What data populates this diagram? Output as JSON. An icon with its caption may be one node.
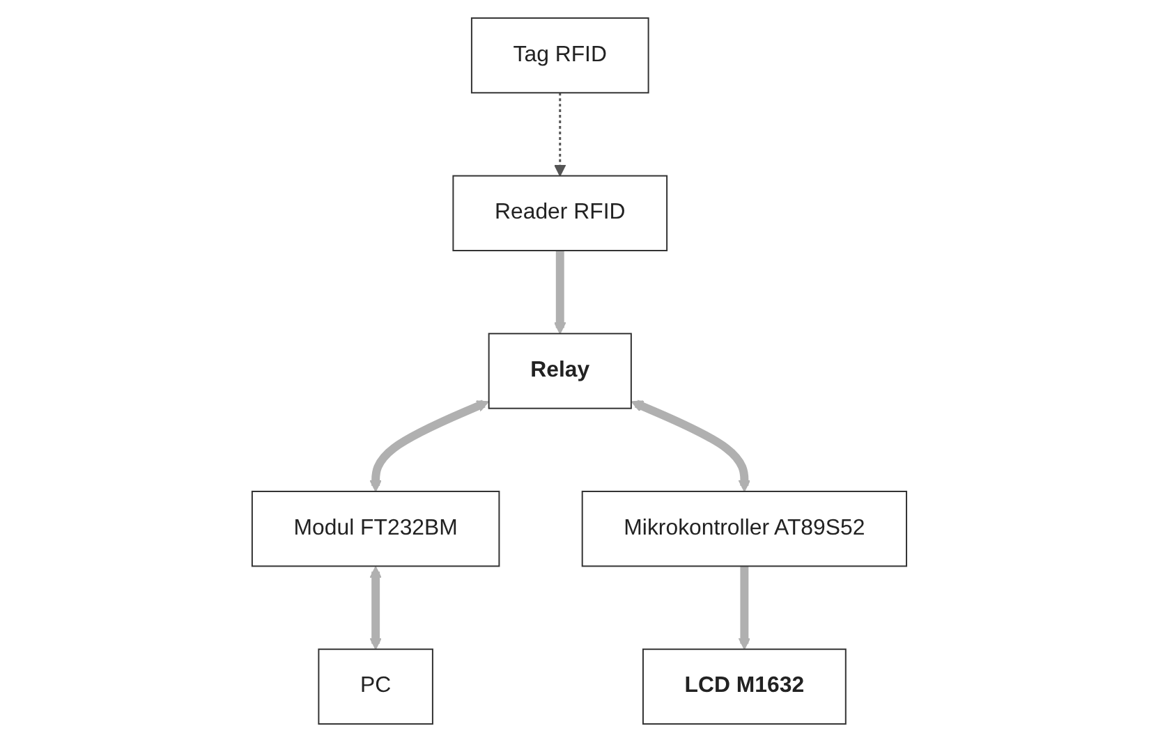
{
  "diagram": {
    "nodes": [
      {
        "text": [
          "Reader RFID"
        ]
      },
      {
        "text": [
          "Tag RFID"
        ]
      },
      {
        "text": [
          "Relay"
        ]
      },
      {
        "text": [
          "Modul FT232BM"
        ]
      },
      {
        "text": [
          "Mikrokontroller AT89S52"
        ]
      },
      {
        "text": [
          "LCD M1632"
        ]
      },
      {
        "text": [
          "PC"
        ]
      }
    ],
    "edges": [
      {
        "from": 1,
        "to": 0,
        "arrow": "to",
        "style": "dashed",
        "color": "#555555"
      },
      {
        "from": 0,
        "to": 2,
        "arrow": "to"
      },
      {
        "from": 2,
        "to": 3,
        "arrow": "both"
      },
      {
        "from": 2,
        "to": 4,
        "arrow": "both"
      },
      {
        "from": 3,
        "to": 6,
        "arrow": "both"
      },
      {
        "from": 4,
        "to": 5,
        "arrow": "to"
      }
    ]
  }
}
